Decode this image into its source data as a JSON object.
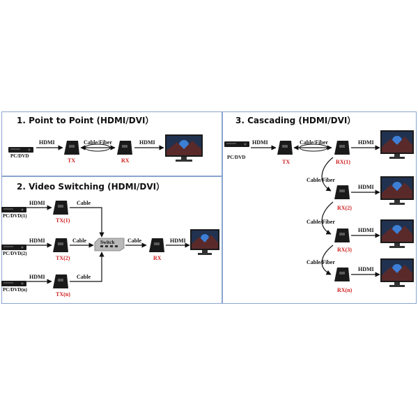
{
  "colors": {
    "panel_border": "#8aa3cf",
    "label_red": "#d01f1f",
    "device": "#1a1a1a",
    "screen_glow": "#3d7fd6"
  },
  "panels": {
    "p2p": {
      "title": "1. Point to Point (HDMI/DVI）",
      "source": "PC/DVD",
      "hdmi_in": "HDMI",
      "link": "Cable/Fiber",
      "hdmi_out": "HDMI",
      "tx": "TX",
      "rx": "RX"
    },
    "switching": {
      "title": "2. Video Switching (HDMI/DVI）",
      "sources": [
        "PC/DVD(1)",
        "PC/DVD(2)",
        "PC/DVD(n)"
      ],
      "hdmi": "HDMI",
      "tx": [
        "TX(1)",
        "TX(2)",
        "TX(n)"
      ],
      "cable": [
        "Cable",
        "Cable",
        "Cable"
      ],
      "switch": "Switch",
      "cable_out": "Cable",
      "hdmi_out": "HDMI",
      "rx": "RX"
    },
    "cascading": {
      "title": "3. Cascading (HDMI/DVI）",
      "source": "PC/DVD",
      "hdmi_in": "HDMI",
      "link": "Cable/Fiber",
      "tx": "TX",
      "rx": [
        "RX(1)",
        "RX(2)",
        "RX(3)",
        "RX(n)"
      ],
      "hdmi_out": [
        "HDMI",
        "HDMI",
        "HDMI",
        "HDMI"
      ],
      "cascade_links": [
        "Cable/Fiber",
        "Cable/Fiber",
        "Cable/Fiber"
      ]
    }
  }
}
